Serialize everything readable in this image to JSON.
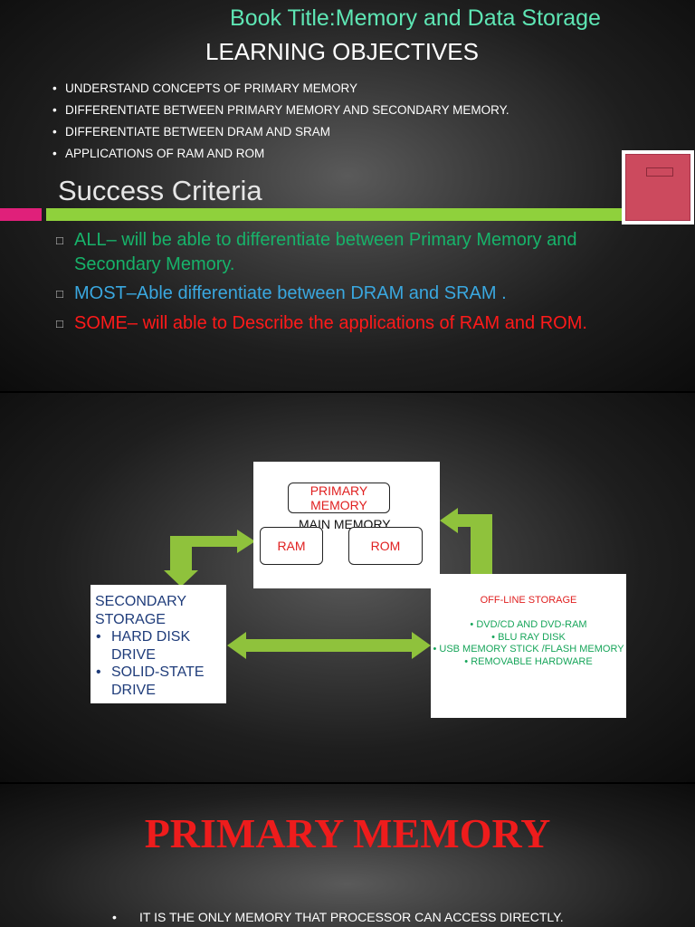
{
  "slide1": {
    "book_title": "Book Title:Memory  and Data Storage",
    "heading": "LEARNING OBJECTIVES",
    "objectives": [
      "UNDERSTAND  CONCEPTS OF PRIMARY MEMORY",
      "DIFFERENTIATE BETWEEN PRIMARY MEMORY AND SECONDARY MEMORY.",
      "DIFFERENTIATE BETWEEN DRAM AND SRAM",
      "APPLICATIONS OF RAM AND ROM"
    ],
    "success_heading": "Success Criteria",
    "criteria": {
      "all": "ALL– will be able to differentiate between Primary Memory and Secondary Memory.",
      "most": "MOST–Able differentiate between DRAM and SRAM .",
      "some": "SOME– will able to Describe the applications of RAM and ROM."
    },
    "colors": {
      "title": "#5ee6b4",
      "all": "#17b36a",
      "most": "#3aa8e0",
      "some": "#ff1a1a",
      "pink_bar": "#e0207a",
      "green_bar": "#8fd13c"
    }
  },
  "slide2": {
    "primary_label": "PRIMARY MEMORY",
    "main_memory": "MAIN MEMORY",
    "ram": "RAM",
    "rom": "ROM",
    "secondary": {
      "title": "SECONDARY STORAGE",
      "items": [
        "HARD DISK DRIVE",
        "SOLID-STATE DRIVE"
      ]
    },
    "offline": {
      "title": "OFF-LINE STORAGE",
      "items": [
        "DVD/CD AND  DVD-RAM",
        "BLU RAY DISK",
        "USB MEMORY STICK /FLASH MEMORY",
        "REMOVABLE HARDWARE"
      ]
    },
    "colors": {
      "arrow": "#8fc23c",
      "secondary_text": "#1f3c7a",
      "offline_text": "#17a55a",
      "red_text": "#e02020"
    }
  },
  "slide3": {
    "title": "PRIMARY MEMORY",
    "bullet": "IT IS THE ONLY MEMORY THAT PROCESSOR CAN ACCESS  DIRECTLY."
  }
}
